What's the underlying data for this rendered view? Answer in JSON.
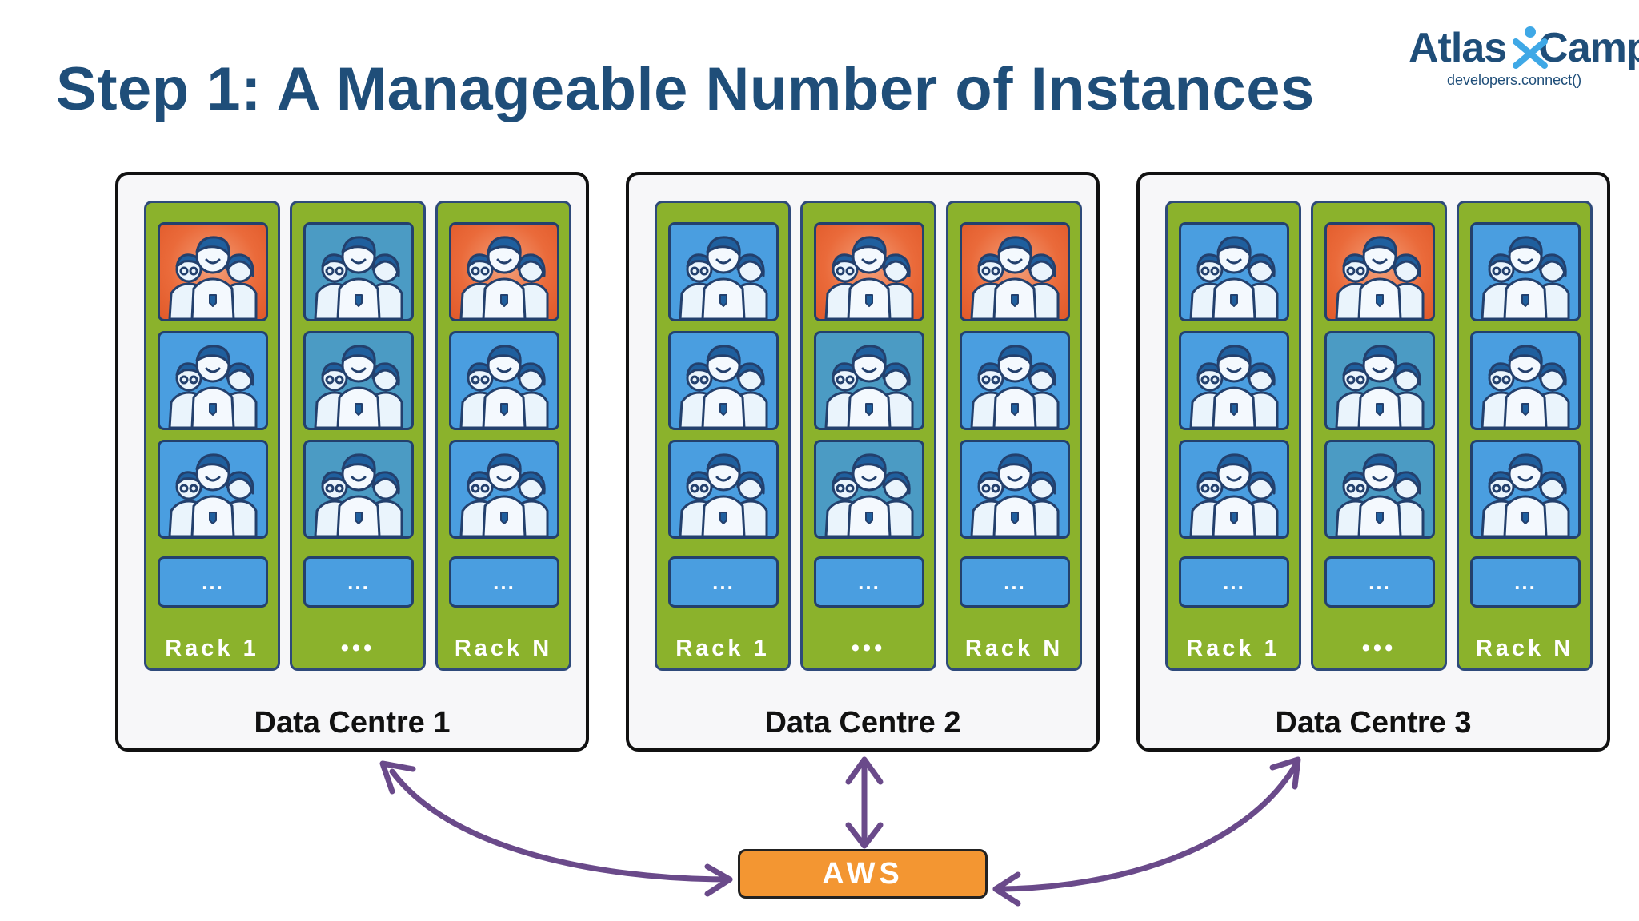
{
  "title": "Step 1: A Manageable Number of Instances",
  "logo": {
    "brand": "Atlas Camp",
    "brand_left": "Atlas",
    "brand_right": "Camp",
    "tagline": "developers.connect()",
    "icon": "atlassian-x-icon"
  },
  "colors": {
    "title": "#1f4e79",
    "rack": "#8bb22c",
    "instance_blue": "#4a9ee0",
    "instance_orange": "#ea6a3a",
    "aws": "#f39632",
    "arrow": "#6a4a8a"
  },
  "data_centres": [
    {
      "label": "Data Centre 1",
      "racks": [
        {
          "label": "Rack 1",
          "instances": [
            "orange",
            "blue",
            "blue"
          ],
          "more": "..."
        },
        {
          "label": "•••",
          "instances": [
            "teal",
            "teal",
            "teal"
          ],
          "more": "..."
        },
        {
          "label": "Rack N",
          "instances": [
            "orange",
            "blue",
            "blue"
          ],
          "more": "..."
        }
      ]
    },
    {
      "label": "Data Centre 2",
      "racks": [
        {
          "label": "Rack 1",
          "instances": [
            "blue",
            "blue",
            "blue"
          ],
          "more": "..."
        },
        {
          "label": "•••",
          "instances": [
            "orange",
            "teal",
            "teal"
          ],
          "more": "..."
        },
        {
          "label": "Rack N",
          "instances": [
            "orange",
            "blue",
            "blue"
          ],
          "more": "..."
        }
      ]
    },
    {
      "label": "Data Centre 3",
      "racks": [
        {
          "label": "Rack 1",
          "instances": [
            "blue",
            "blue",
            "blue"
          ],
          "more": "..."
        },
        {
          "label": "•••",
          "instances": [
            "orange",
            "teal",
            "teal"
          ],
          "more": "..."
        },
        {
          "label": "Rack N",
          "instances": [
            "blue",
            "blue",
            "blue"
          ],
          "more": "..."
        }
      ]
    }
  ],
  "aws": {
    "label": "AWS"
  },
  "icons": {
    "instance": "people-group-icon",
    "arrow": "double-arrow-icon"
  }
}
